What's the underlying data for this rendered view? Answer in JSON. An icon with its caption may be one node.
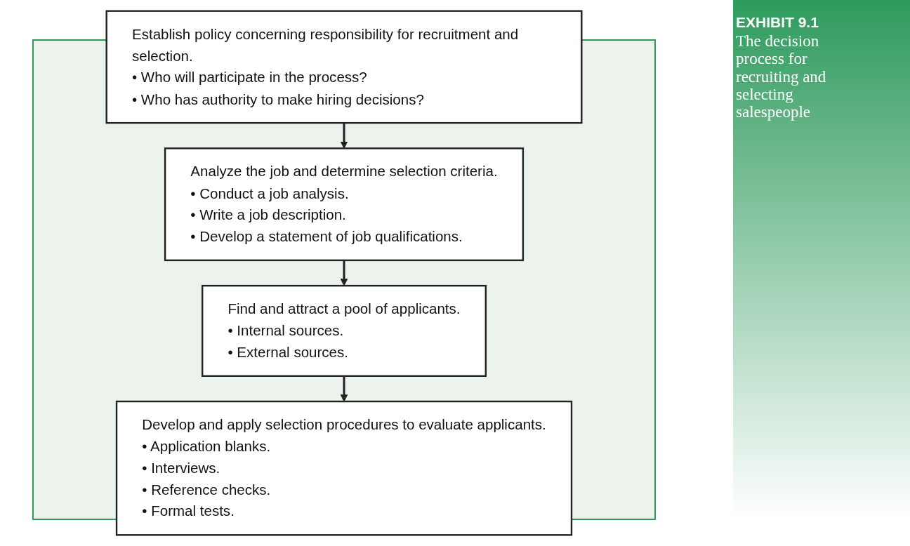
{
  "diagram": {
    "title": "EXHIBIT 9.1",
    "caption": "The decision process for recruiting and selecting salespeople",
    "nodes": [
      {
        "text": [
          "Establish policy concerning responsibility for recruitment and selection.",
          "• Who will participate in the process?",
          "• Who has authority to make hiring decisions?"
        ]
      },
      {
        "text": [
          "Analyze the job and determine selection criteria.",
          "• Conduct a job analysis.",
          "• Write a job description.",
          "• Develop a statement of job qualifications."
        ]
      },
      {
        "text": [
          "Find and attract a pool of applicants.",
          "• Internal sources.",
          "• External sources."
        ]
      },
      {
        "text": [
          "Develop and apply selection procedures to evaluate applicants.",
          "• Application blanks.",
          "• Interviews.",
          "• Reference checks.",
          "• Formal tests."
        ]
      }
    ],
    "edges": [
      {
        "from": 0,
        "to": 1,
        "arrow": "to"
      },
      {
        "from": 1,
        "to": 2,
        "arrow": "to"
      },
      {
        "from": 2,
        "to": 3,
        "arrow": "to"
      }
    ]
  }
}
